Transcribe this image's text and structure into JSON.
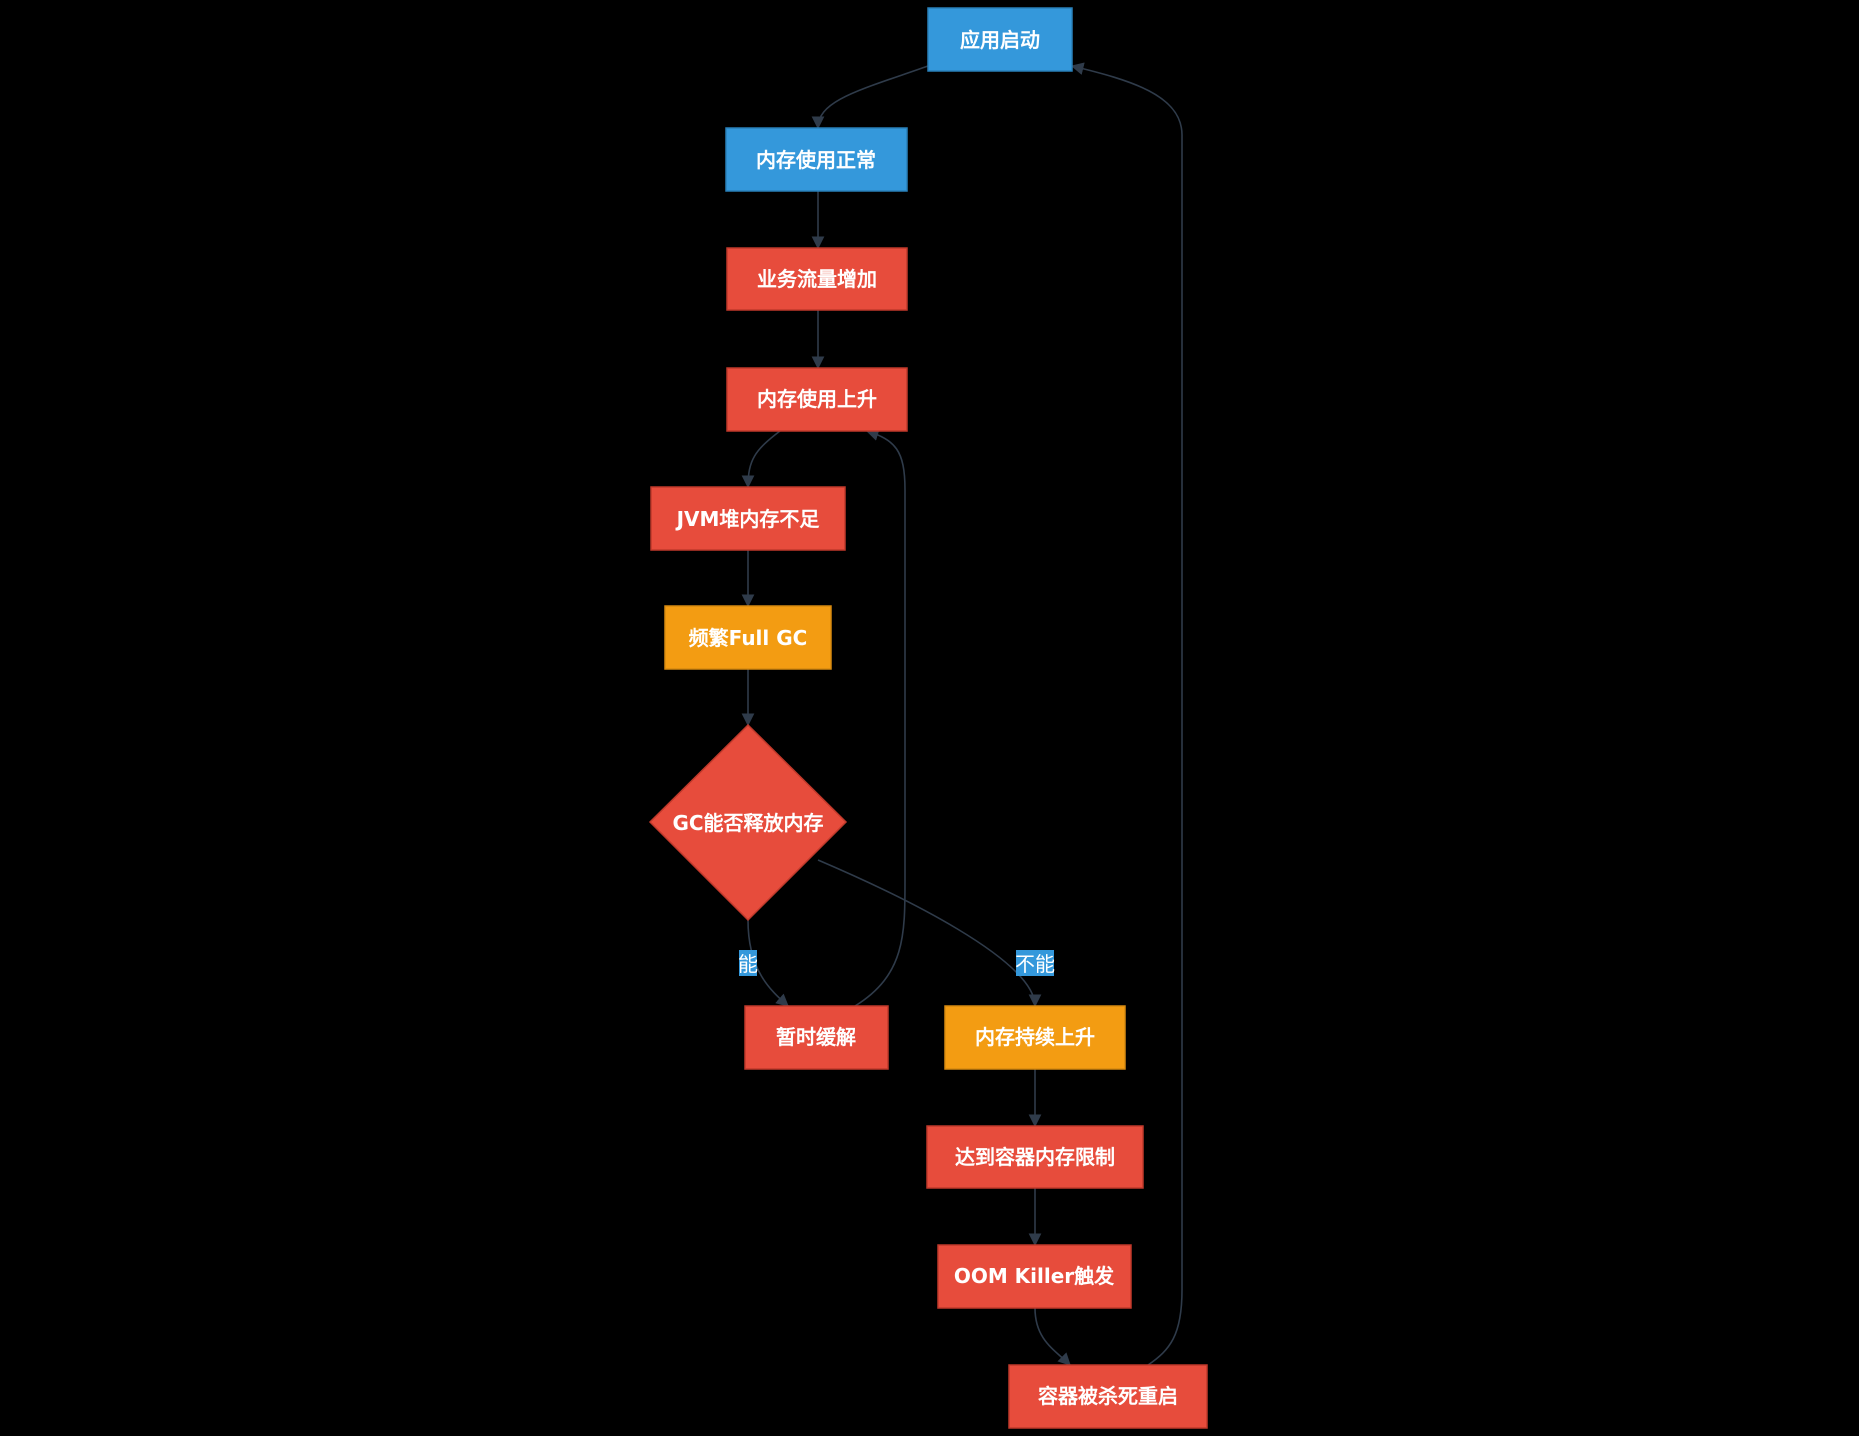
{
  "colors": {
    "background": "#000000",
    "blue": "#3498db",
    "blue_border": "#2980b9",
    "red": "#e74c3c",
    "red_border": "#c0392b",
    "orange": "#f39c12",
    "orange_border": "#d68910",
    "edge": "#2f3b4a",
    "label_bg": "#3498db"
  },
  "nodes": {
    "start": {
      "label": "应用启动",
      "color": "blue"
    },
    "normal": {
      "label": "内存使用正常",
      "color": "blue"
    },
    "traffic": {
      "label": "业务流量增加",
      "color": "red"
    },
    "rise": {
      "label": "内存使用上升",
      "color": "red"
    },
    "heap": {
      "label": "JVM堆内存不足",
      "color": "red"
    },
    "fullgc": {
      "label": "频繁Full GC",
      "color": "orange"
    },
    "decision": {
      "label": "GC能否释放内存",
      "color": "red"
    },
    "relief": {
      "label": "暂时缓解",
      "color": "red"
    },
    "keeprise": {
      "label": "内存持续上升",
      "color": "orange"
    },
    "limit": {
      "label": "达到容器内存限制",
      "color": "red"
    },
    "oom": {
      "label": "OOM Killer触发",
      "color": "red"
    },
    "restart": {
      "label": "容器被杀死重启",
      "color": "red"
    }
  },
  "edge_labels": {
    "yes": "能",
    "no": "不能"
  }
}
